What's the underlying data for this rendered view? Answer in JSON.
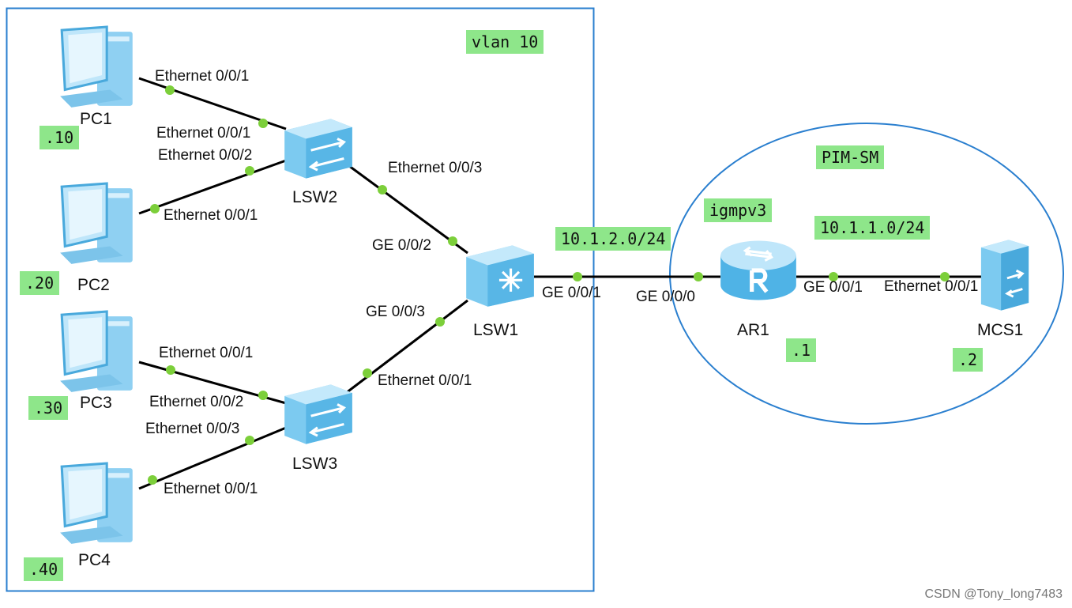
{
  "tags": {
    "vlan": "vlan 10",
    "pim": "PIM-SM",
    "igmp": "igmpv3",
    "net_left": "10.1.2.0/24",
    "net_right": "10.1.1.0/24",
    "pc1_ip": ".10",
    "pc2_ip": ".20",
    "pc3_ip": ".30",
    "pc4_ip": ".40",
    "ar1_ip": ".1",
    "mcs1_ip": ".2"
  },
  "devices": {
    "pc1": "PC1",
    "pc2": "PC2",
    "pc3": "PC3",
    "pc4": "PC4",
    "lsw1": "LSW1",
    "lsw2": "LSW2",
    "lsw3": "LSW3",
    "ar1": "AR1",
    "mcs1": "MCS1"
  },
  "ports": {
    "pc1_port": "Ethernet 0/0/1",
    "lsw2_pc1_port": "Ethernet 0/0/1",
    "lsw2_pc2_port": "Ethernet 0/0/2",
    "pc2_port": "Ethernet 0/0/1",
    "lsw2_up_port": "Ethernet 0/0/3",
    "lsw1_lsw2_port": "GE 0/0/2",
    "lsw1_lsw3_port": "GE 0/0/3",
    "pc3_port": "Ethernet 0/0/1",
    "lsw3_pc3_port": "Ethernet 0/0/2",
    "lsw3_pc4_port": "Ethernet 0/0/3",
    "pc4_port": "Ethernet 0/0/1",
    "lsw3_up_port": "Ethernet 0/0/1",
    "lsw1_ar1_port": "GE 0/0/1",
    "ar1_lsw1_port": "GE 0/0/0",
    "ar1_mcs_port": "GE 0/0/1",
    "mcs1_port": "Ethernet 0/0/1"
  },
  "watermark": "CSDN @Tony_long7483",
  "colors": {
    "tag": "#8ee68a",
    "link": "#000000",
    "port_dot": "#7ccf3a",
    "frame": "#2a7fcf",
    "device": "#5bb8ea"
  }
}
